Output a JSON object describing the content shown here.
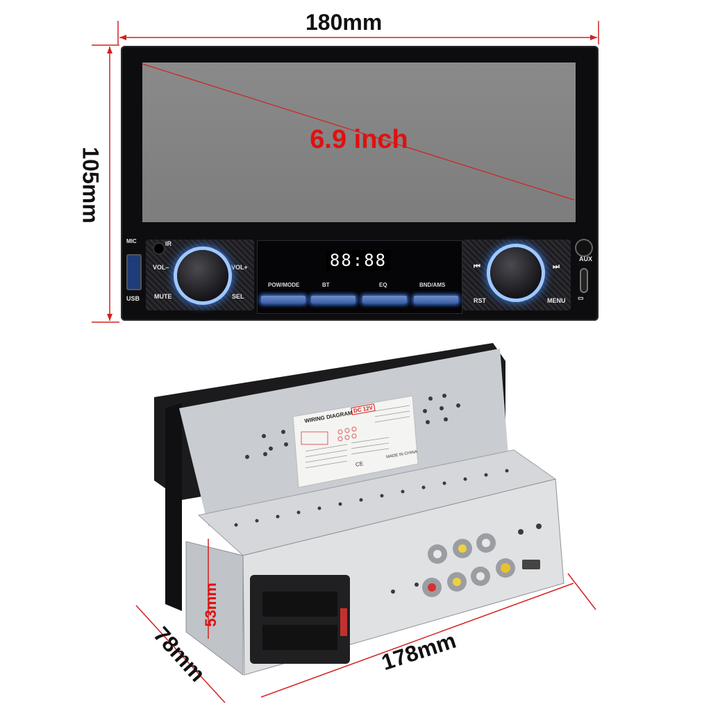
{
  "dimensions": {
    "width": "180mm",
    "height": "105mm",
    "screen": "6.9 inch",
    "depth": "78mm",
    "length": "178mm",
    "side_height": "53mm"
  },
  "front_panel": {
    "mic_label": "MIC",
    "ir_label": "IR",
    "usb_label": "USB",
    "vol_minus": "VOL–",
    "vol_plus": "VOL+",
    "mute": "MUTE",
    "sel": "SEL",
    "clock": "88:88",
    "keys": [
      "POW/MODE",
      "BT",
      "EQ",
      "BND/AMS"
    ],
    "prev": "⏮",
    "next": "⏭",
    "rst": "RST",
    "menu": "MENU",
    "aux": "AUX"
  },
  "label_sticker": {
    "title": "WIRING DIAGRAM",
    "voltage": "DC 12V",
    "origin": "MADE IN CHINA",
    "ce": "CE"
  },
  "colors": {
    "dimension_lines": "#d42020",
    "screen_text": "#e01010",
    "knob_glow": "#3a78d8"
  }
}
